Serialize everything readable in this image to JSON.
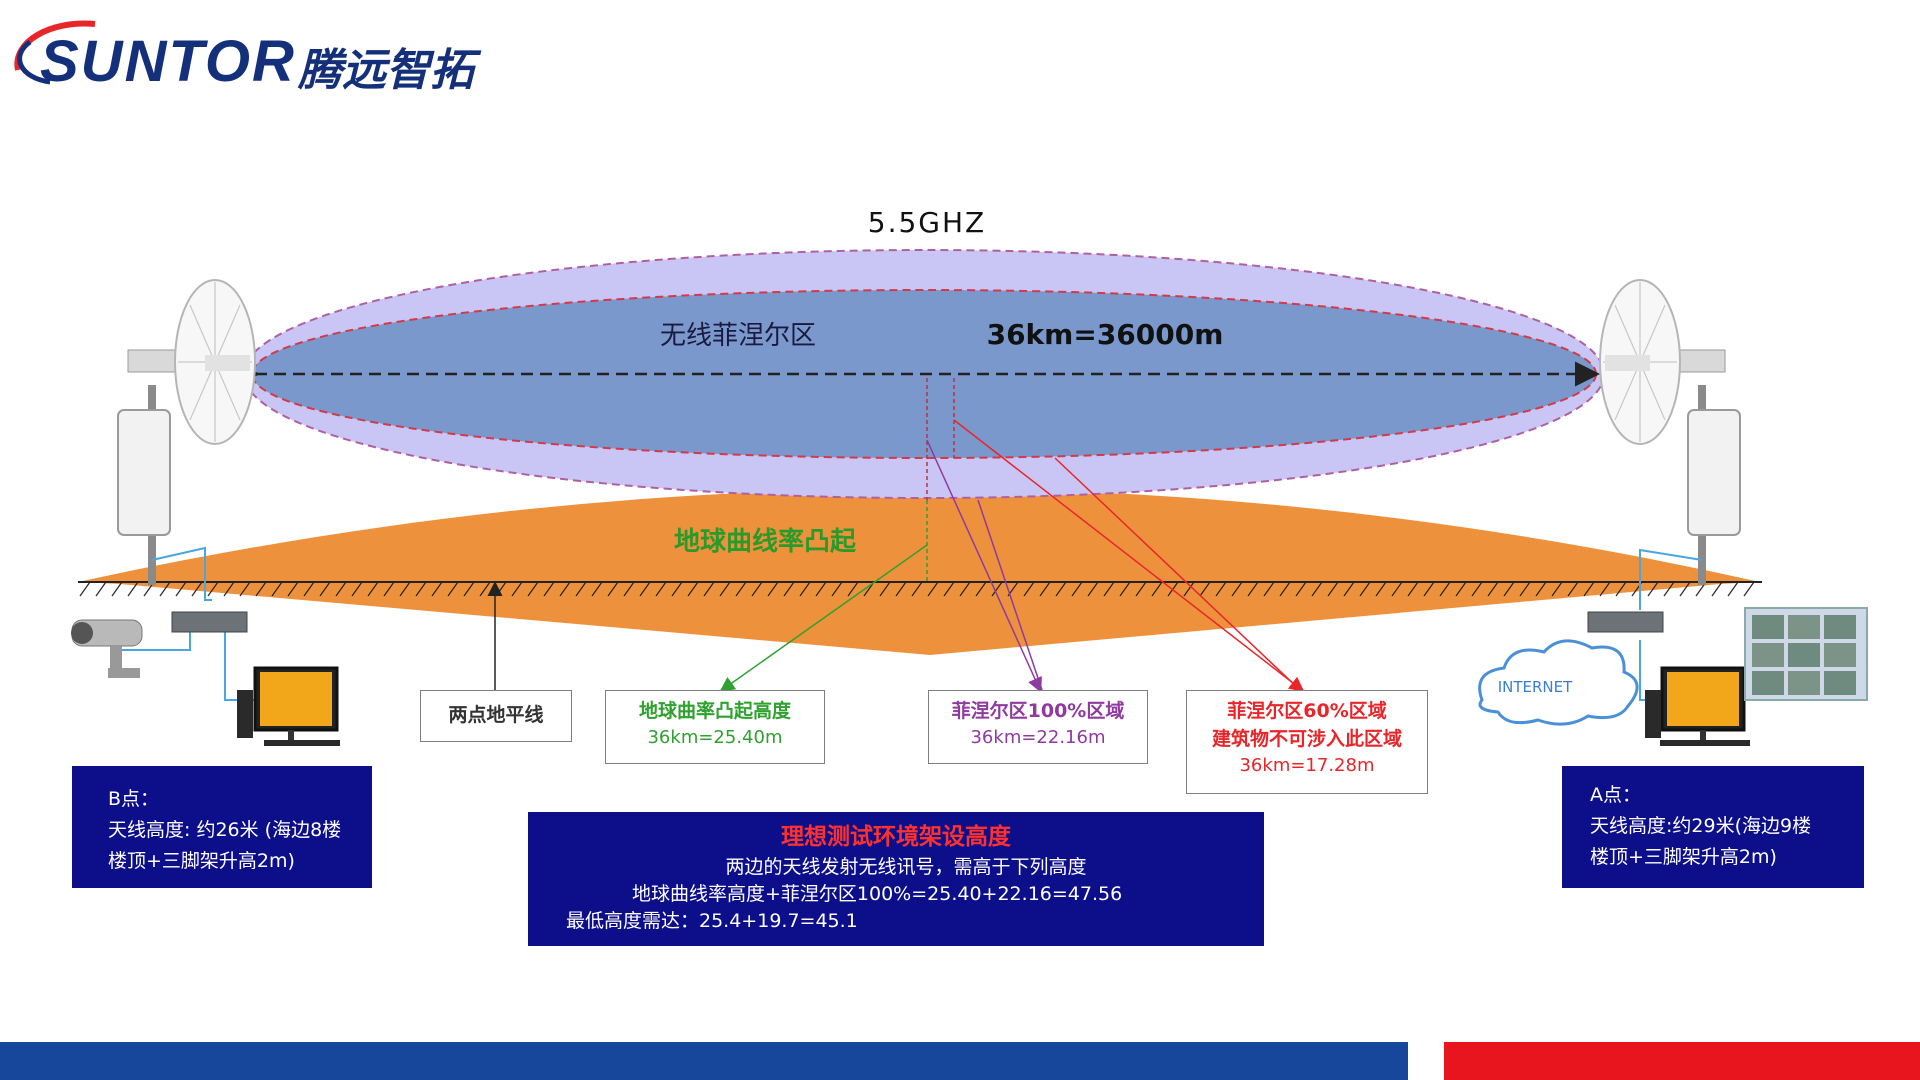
{
  "logo": {
    "brand": "SUNTOR",
    "brand_cn": "腾远智拓"
  },
  "diagram": {
    "frequency": "5.5GHZ",
    "fresnel_zone_label": "无线菲涅尔区",
    "distance_label": "36km=36000m",
    "earth_bulge_label": "地球曲线率凸起",
    "internet_label": "INTERNET"
  },
  "callouts": {
    "horizon": {
      "title": "两点地平线"
    },
    "bulge": {
      "title": "地球曲率凸起高度",
      "value": "36km=25.40m",
      "color": "#2ea12e"
    },
    "fresnel100": {
      "title": "菲涅尔区100%区域",
      "value": "36km=22.16m",
      "color": "#8e3aa0"
    },
    "fresnel60": {
      "title": "菲涅尔区60%区域",
      "subtitle": "建筑物不可涉入此区域",
      "value": "36km=17.28m",
      "color": "#e8262a"
    }
  },
  "point_b": {
    "title": "B点：",
    "line1": "天线高度: 约26米 (海边8楼",
    "line2": "楼顶+三脚架升高2m)"
  },
  "point_a": {
    "title": "A点：",
    "line1": "天线高度:约29米(海边9楼",
    "line2": "楼顶+三脚架升高2m)"
  },
  "summary": {
    "title": "理想测试环境架设高度",
    "line1": "两边的天线发射无线讯号，需高于下列高度",
    "line2": "地球曲线率高度+菲涅尔区100%=25.40+22.16=47.56",
    "line3": "最低高度需达：25.4+19.7=45.1"
  },
  "colors": {
    "navy": "#0d0f8a",
    "brand_blue": "#14307a",
    "brand_red": "#e8262a",
    "fresnel_outer": "#c9c6f5",
    "fresnel_inner": "#7a98cc",
    "earth": "#ee913d",
    "footer_blue": "#17479b",
    "footer_red": "#e8141e"
  }
}
